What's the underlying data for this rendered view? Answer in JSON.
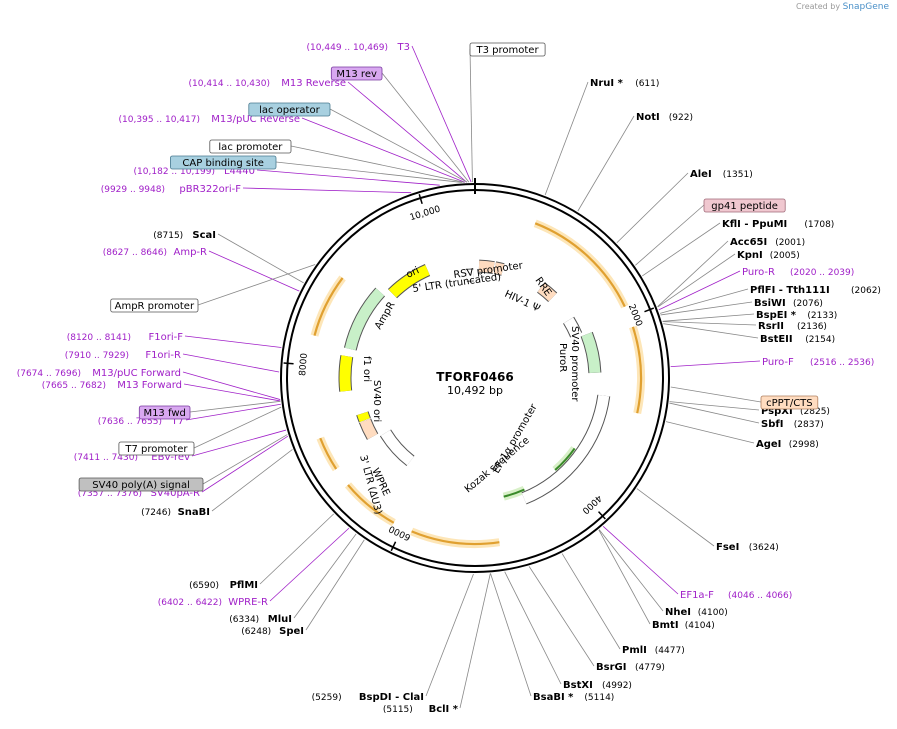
{
  "credit": {
    "prefix": "Created by",
    "brand": "SnapGene"
  },
  "plasmid": {
    "name": "TFORF0466",
    "size_label": "10,492 bp",
    "length": 10492
  },
  "ticks": [
    {
      "label": "2000",
      "bp": 2000
    },
    {
      "label": "4000",
      "bp": 4000
    },
    {
      "label": "6000",
      "bp": 6000
    },
    {
      "label": "8000",
      "bp": 8000
    },
    {
      "label": "10,000",
      "bp": 10000
    }
  ],
  "enzymes_right": [
    {
      "name": "NruI *",
      "pos": "(611)",
      "bp": 611
    },
    {
      "name": "NotI",
      "pos": "(922)",
      "bp": 922
    },
    {
      "name": "AleI",
      "pos": "(1351)",
      "bp": 1351
    },
    {
      "name": "KflI - PpuMI",
      "pos": "(1708)",
      "bp": 1708
    },
    {
      "name": "Acc65I",
      "pos": "(2001)",
      "bp": 2001
    },
    {
      "name": "KpnI",
      "pos": "(2005)",
      "bp": 2005
    },
    {
      "name": "PflFI - Tth111I",
      "pos": "(2062)",
      "bp": 2062
    },
    {
      "name": "BsiWI",
      "pos": "(2076)",
      "bp": 2076
    },
    {
      "name": "BspEI *",
      "pos": "(2133)",
      "bp": 2133
    },
    {
      "name": "RsrII",
      "pos": "(2136)",
      "bp": 2136
    },
    {
      "name": "BstEII",
      "pos": "(2154)",
      "bp": 2154
    },
    {
      "name": "PspXI",
      "pos": "(2825)",
      "bp": 2825
    },
    {
      "name": "SbfI",
      "pos": "(2837)",
      "bp": 2837
    },
    {
      "name": "AgeI",
      "pos": "(2998)",
      "bp": 2998
    },
    {
      "name": "FseI",
      "pos": "(3624)",
      "bp": 3624
    },
    {
      "name": "NheI",
      "pos": "(4100)",
      "bp": 4100
    },
    {
      "name": "BmtI",
      "pos": "(4104)",
      "bp": 4104
    },
    {
      "name": "PmlI",
      "pos": "(4477)",
      "bp": 4477
    },
    {
      "name": "BsrGI",
      "pos": "(4779)",
      "bp": 4779
    },
    {
      "name": "BstXI",
      "pos": "(4992)",
      "bp": 4992
    },
    {
      "name": "BsaBI *",
      "pos": "(5114)",
      "bp": 5114
    }
  ],
  "enzymes_left": [
    {
      "name": "BclI *",
      "pos": "(5115)",
      "bp": 5115
    },
    {
      "name": "BspDI - ClaI",
      "pos": "(5259)",
      "bp": 5259
    },
    {
      "name": "SpeI",
      "pos": "(6248)",
      "bp": 6248
    },
    {
      "name": "MluI",
      "pos": "(6334)",
      "bp": 6334
    },
    {
      "name": "PflMI",
      "pos": "(6590)",
      "bp": 6590
    },
    {
      "name": "SnaBI",
      "pos": "(7246)",
      "bp": 7246
    },
    {
      "name": "ScaI",
      "pos": "(8715)",
      "bp": 8715
    }
  ],
  "primers_right": [
    {
      "name": "Puro-R",
      "pos": "(2020 .. 2039)",
      "bp": 2030
    },
    {
      "name": "Puro-F",
      "pos": "(2516 .. 2536)",
      "bp": 2526
    },
    {
      "name": "EF1a-F",
      "pos": "(4046 .. 4066)",
      "bp": 4056
    }
  ],
  "primers_left": [
    {
      "name": "WPRE-R",
      "pos": "(6402 .. 6422)",
      "bp": 6412
    },
    {
      "name": "SV40pA-R",
      "pos": "(7357 .. 7376)",
      "bp": 7366
    },
    {
      "name": "EBV-rev",
      "pos": "(7411 .. 7430)",
      "bp": 7420
    },
    {
      "name": "T7",
      "pos": "(7636 .. 7655)",
      "bp": 7645
    },
    {
      "name": "M13 Forward",
      "pos": "(7665 .. 7682)",
      "bp": 7673
    },
    {
      "name": "M13/pUC Forward",
      "pos": "(7674 .. 7696)",
      "bp": 7685
    },
    {
      "name": "F1ori-R",
      "pos": "(7910 .. 7929)",
      "bp": 7920
    },
    {
      "name": "F1ori-F",
      "pos": "(8120 .. 8141)",
      "bp": 8130
    },
    {
      "name": "Amp-R",
      "pos": "(8627 .. 8646)",
      "bp": 8636
    },
    {
      "name": "pBR322ori-F",
      "pos": "(9929 .. 9948)",
      "bp": 9938
    },
    {
      "name": "L4440",
      "pos": "(10,182 .. 10,199)",
      "bp": 10190
    },
    {
      "name": "M13/pUC Reverse",
      "pos": "(10,395 .. 10,417)",
      "bp": 10406
    },
    {
      "name": "M13 Reverse",
      "pos": "(10,414 .. 10,430)",
      "bp": 10422
    },
    {
      "name": "T3",
      "pos": "(10,449 .. 10,469)",
      "bp": 10459
    }
  ],
  "boxes": [
    {
      "name": "T3 promoter",
      "style": "white",
      "bp": 10470
    },
    {
      "name": "M13 rev",
      "style": "purple",
      "bp": 10440
    },
    {
      "name": "lac operator",
      "style": "teal",
      "bp": 10425
    },
    {
      "name": "lac promoter",
      "style": "white",
      "bp": 10400
    },
    {
      "name": "CAP binding site",
      "style": "teal",
      "bp": 10380
    },
    {
      "name": "gp41 peptide",
      "style": "pink",
      "bp": 1600
    },
    {
      "name": "cPPT/CTS",
      "style": "peach",
      "bp": 2700
    },
    {
      "name": "AmpR promoter",
      "style": "white",
      "bp": 8900
    },
    {
      "name": "M13 fwd",
      "style": "purple",
      "bp": 7670
    },
    {
      "name": "T7 promoter",
      "style": "white",
      "bp": 7620
    },
    {
      "name": "SV40 poly(A) signal",
      "style": "gray",
      "bp": 7380
    }
  ],
  "features": [
    {
      "name": "RSV promoter",
      "color": "#ffffff"
    },
    {
      "name": "5' LTR (truncated)",
      "color": "#ffdcc0"
    },
    {
      "name": "HIV-1 Ψ",
      "color": "#ffdcc0"
    },
    {
      "name": "RRE",
      "color": "#ffdcc0"
    },
    {
      "name": "PuroR",
      "color": "#c8f0c8"
    },
    {
      "name": "SV40 promoter",
      "color": "#ffffff"
    },
    {
      "name": "EF-1α promoter",
      "color": "#ffffff"
    },
    {
      "name": "Kozak sequence",
      "color": "#ffffff"
    },
    {
      "name": "WPRE",
      "color": "#ffffff"
    },
    {
      "name": "3' LTR (ΔU3)",
      "color": "#ffdcc0"
    },
    {
      "name": "SV40 ori",
      "color": "#ffff00"
    },
    {
      "name": "f1 ori",
      "color": "#ffff00"
    },
    {
      "name": "AmpR",
      "color": "#c8f0c8"
    },
    {
      "name": "ori",
      "color": "#ffff00"
    }
  ],
  "colors": {
    "enzyme": "#000000",
    "primer": "#a020c8",
    "orf_arrow": "#e0a030",
    "orf_halo": "#fde6b8",
    "green_arrow": "#3a8a2a",
    "green_halo": "#d8f0c8"
  }
}
